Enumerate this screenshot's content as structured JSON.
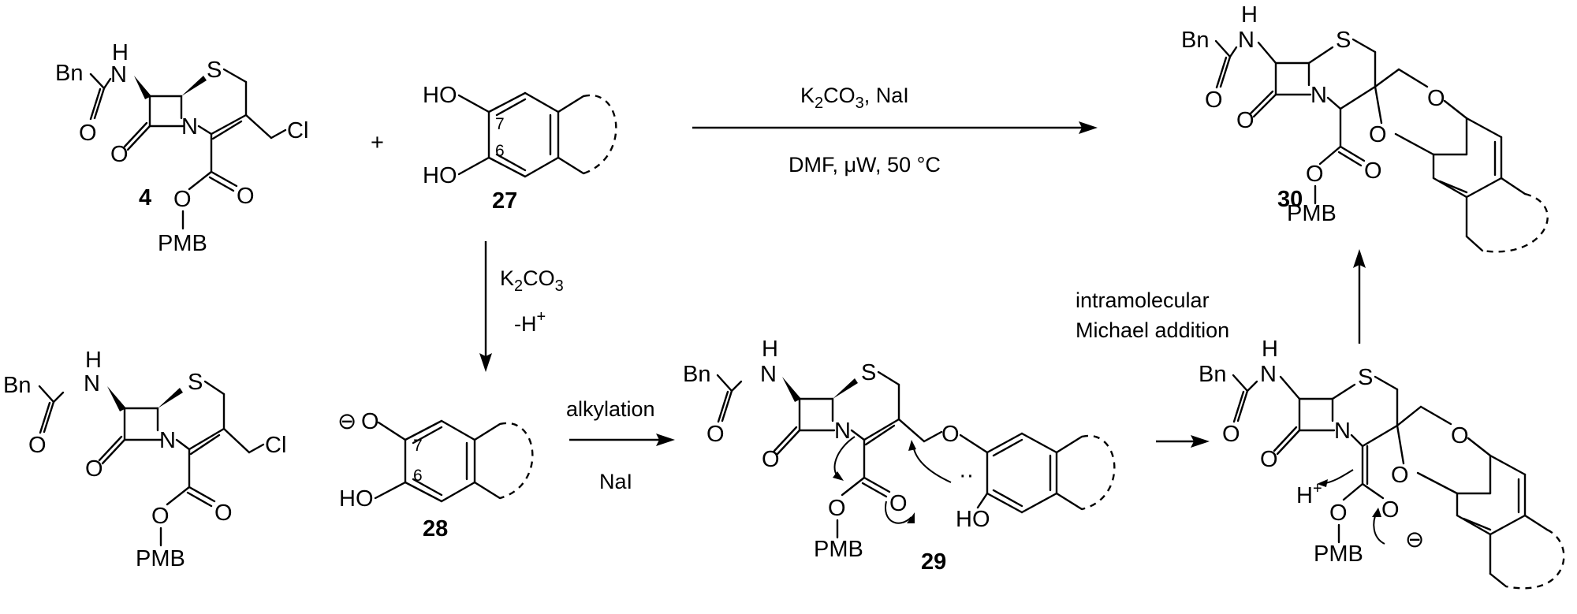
{
  "compounds": {
    "c4": "4",
    "c27": "27",
    "c28": "28",
    "c29": "29",
    "c30": "30"
  },
  "plus": "+",
  "atoms": {
    "bn": "Bn",
    "nh_h": "H",
    "nh_n": "N",
    "o": "O",
    "s": "S",
    "cl": "Cl",
    "pmb": "PMB",
    "ho": "HO",
    "pos7": "7",
    "pos6": "6",
    "hplus_h": "H",
    "plus_sup": "+",
    "minus": "⊖",
    "lone_pair": "··"
  },
  "conditions": {
    "top_reagent_main": "K",
    "top_reagent_sub2": "2",
    "top_reagent_co": "CO",
    "top_reagent_sub3": "3",
    "top_reagent_tail": ", NaI",
    "top_solvent": "DMF,  μW,  50 °C",
    "down_reagent_main": "K",
    "down_reagent_sub2": "2",
    "down_reagent_co": "CO",
    "down_reagent_sub3": "3",
    "down_deprot": "-H",
    "down_deprot_sup": "+",
    "alkylation": "alkylation",
    "alkylation_nai": "NaI",
    "michael_line1": "intramolecular",
    "michael_line2": "Michael addition"
  }
}
